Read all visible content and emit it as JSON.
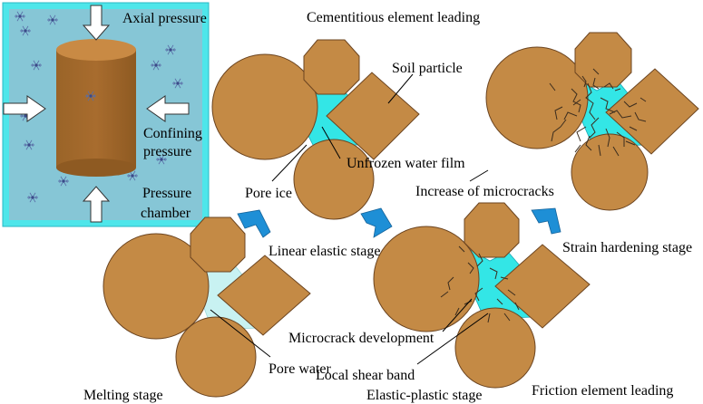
{
  "labels": {
    "axial_pressure": "Axial pressure",
    "confining": "Confining",
    "pressure": "pressure",
    "pressure2": "Pressure",
    "chamber": "chamber",
    "cementitious_leading": "Cementitious element leading",
    "soil_particle": "Soil particle",
    "unfrozen_water_film": "Unfrozen water film",
    "pore_ice": "Pore ice",
    "increase_microcracks": "Increase of microcracks",
    "linear_elastic": "Linear elastic stage",
    "strain_hardening": "Strain hardening stage",
    "microcrack_development": "Microcrack development",
    "pore_water": "Pore water",
    "local_shear_band": "Local shear band",
    "melting_stage": "Melting stage",
    "elastic_plastic": "Elastic-plastic stage",
    "friction_leading": "Friction element leading"
  },
  "colors": {
    "particle": "#c48a45",
    "particle_dark": "#8a5a28",
    "ice": "#33e6e6",
    "pore_water": "#c8f2f2",
    "chamber_bg": "#4ee6ea",
    "chamber_inner": "#7fc7d9",
    "arrow_blue": "#1e8fd6",
    "crack": "#4a3a2a"
  }
}
